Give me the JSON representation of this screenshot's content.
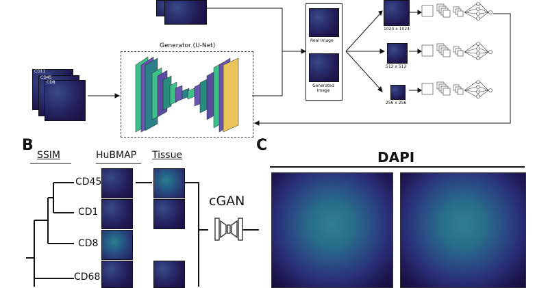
{
  "panelA": {
    "stack_labels": [
      "CD11",
      "CD45",
      "CD8"
    ],
    "generator_label": "Generator (U-Net)",
    "real_image_label": "Real Image",
    "generated_image_label": "Generated Image",
    "scales": [
      "1024 x 1024",
      "512 x 512",
      "256 x 256"
    ]
  },
  "panelB": {
    "letter": "B",
    "headers": {
      "ssim": "SSIM",
      "hubmap": "HuBMAP",
      "tissue": "Tissue"
    },
    "markers": [
      "CD45",
      "CD1",
      "CD8",
      "CD68"
    ],
    "cgan_label": "cGAN"
  },
  "panelC": {
    "letter": "C",
    "title": "DAPI"
  },
  "colors": {
    "viridis_dark": "#20184f",
    "viridis_teal": "#2e7f8c",
    "unet_green": "#3fc08a",
    "unet_yellow": "#e8c45a"
  }
}
